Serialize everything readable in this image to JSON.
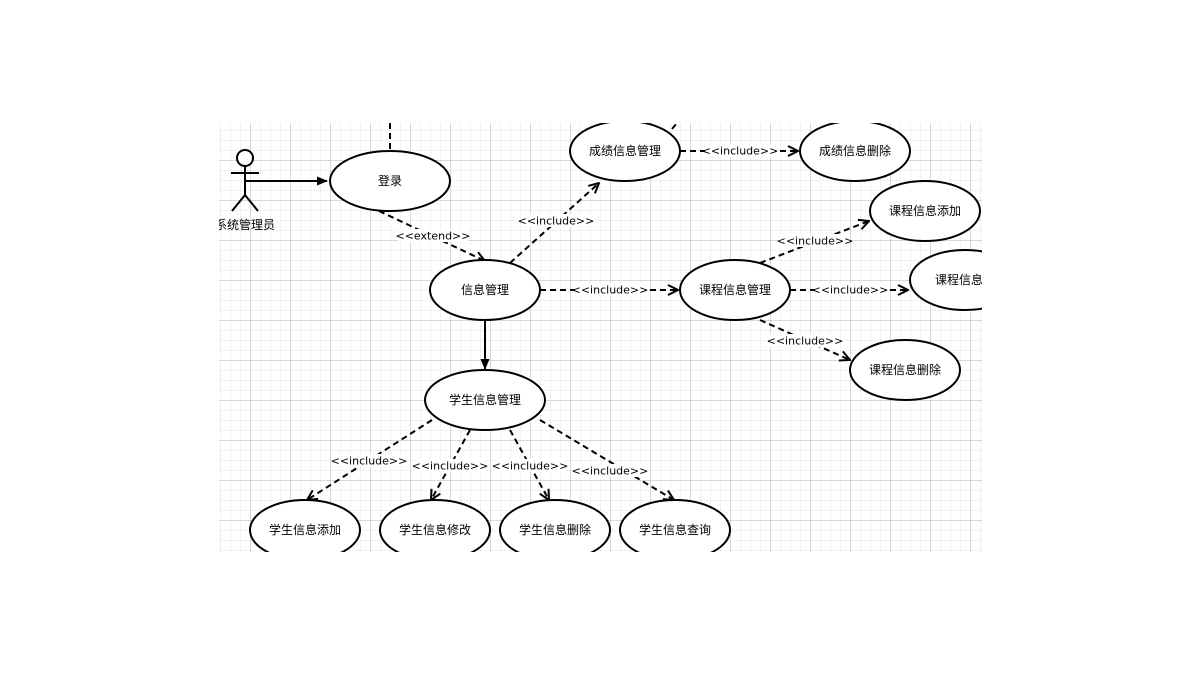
{
  "actor": {
    "label": "系统管理员"
  },
  "use_cases": {
    "login": "登录",
    "info_mgmt": "信息管理",
    "grade_mgmt": "成绩信息管理",
    "grade_delete": "成绩信息删除",
    "course_mgmt": "课程信息管理",
    "course_add": "课程信息添加",
    "course_modify": "课程信息修",
    "course_delete": "课程信息删除",
    "student_mgmt": "学生信息管理",
    "student_add": "学生信息添加",
    "student_modify": "学生信息修改",
    "student_delete": "学生信息删除",
    "student_query": "学生信息查询"
  },
  "relations": {
    "extend": "<<extend>>",
    "include": "<<include>>"
  }
}
